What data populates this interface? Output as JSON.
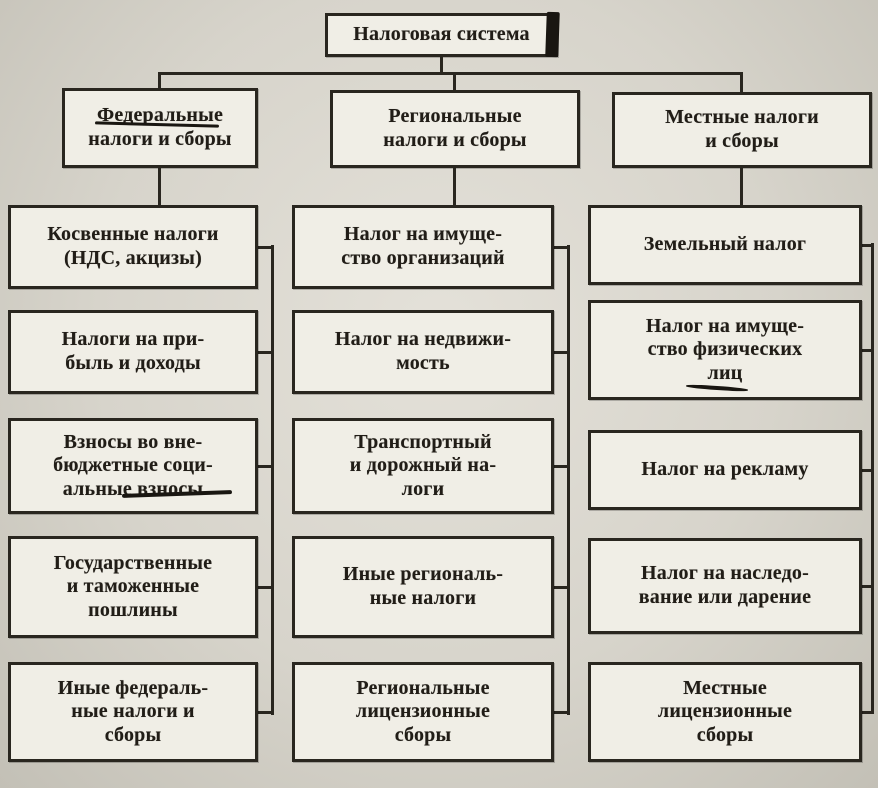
{
  "colors": {
    "paper": "#d7d4cb",
    "box_fill": "#f0eee6",
    "ink": "#29261f"
  },
  "root": {
    "label": "Налоговая система"
  },
  "columns": [
    {
      "header": "Федеральные\nналоги и сборы",
      "items": [
        "Косвенные налоги\n(НДС, акцизы)",
        "Налоги на при-\nбыль и доходы",
        "Взносы во вне-\nбюджетные соци-\nальные взносы",
        "Государственные\nи таможенные\nпошлины",
        "Иные федераль-\nные налоги и\nсборы"
      ]
    },
    {
      "header": "Региональные\nналоги и сборы",
      "items": [
        "Налог на имуще-\nство организаций",
        "Налог на недвижи-\nмость",
        "Транспортный\nи дорожный на-\nлоги",
        "Иные региональ-\nные налоги",
        "Региональные\nлицензионные\nсборы"
      ]
    },
    {
      "header": "Местные налоги\nи сборы",
      "items": [
        "Земельный налог",
        "Налог на имуще-\nство физических\nлиц",
        "Налог на рекламу",
        "Налог на наследо-\nвание или дарение",
        "Местные\nлицензионные\nсборы"
      ]
    }
  ]
}
